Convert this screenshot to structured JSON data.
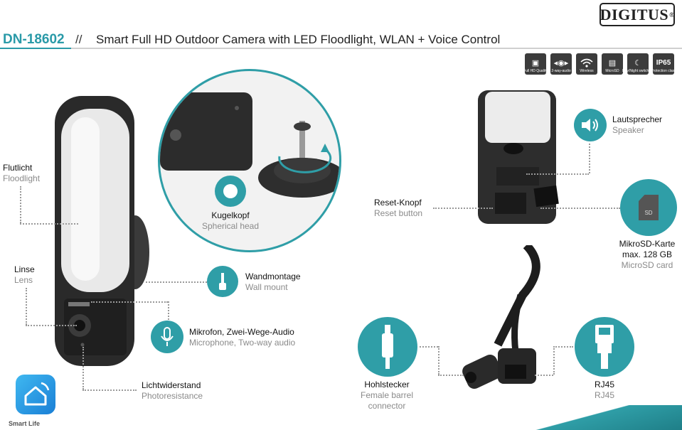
{
  "brand": {
    "logo": "DIGITUS",
    "reg": "®"
  },
  "header": {
    "model": "DN-18602",
    "separator": "//",
    "title": "Smart Full HD Outdoor Camera with LED Floodlight, WLAN + Voice Control"
  },
  "features": [
    {
      "name": "full-hd-icon",
      "caption": "Full HD Quality"
    },
    {
      "name": "two-way-audio-icon",
      "caption": "2-way-audio"
    },
    {
      "name": "wireless-icon",
      "caption": "Wireless"
    },
    {
      "name": "microsd-icon",
      "caption": "MicroSD"
    },
    {
      "name": "day-night-icon",
      "caption": "Day/Night switching"
    },
    {
      "name": "ip65-icon",
      "caption": "Protection class",
      "badge": "IP65"
    }
  ],
  "labels": {
    "floodlight": {
      "de": "Flutlicht",
      "en": "Floodlight"
    },
    "lens": {
      "de": "Linse",
      "en": "Lens"
    },
    "ball_head": {
      "de": "Kugelkopf",
      "en": "Spherical head"
    },
    "wall_mount": {
      "de": "Wandmontage",
      "en": "Wall mount"
    },
    "microphone": {
      "de": "Mikrofon, Zwei-Wege-Audio",
      "en": "Microphone, Two-way audio"
    },
    "photoresistor": {
      "de": "Lichtwiderstand",
      "en": "Photoresistance"
    },
    "speaker": {
      "de": "Lautsprecher",
      "en": "Speaker"
    },
    "reset": {
      "de": "Reset-Knopf",
      "en": "Reset button"
    },
    "microsd": {
      "de1": "MikroSD-Karte",
      "de2": "max. 128 GB",
      "en": "MicroSD card"
    },
    "barrel": {
      "de": "Hohlstecker",
      "en1": "Female barrel",
      "en2": "connector"
    },
    "rj45": {
      "de": "RJ45",
      "en": "RJ45"
    }
  },
  "camera_brand": "DIGITUS",
  "sd_text": "SD",
  "smart_life": "Smart Life",
  "colors": {
    "accent": "#2f9ea7",
    "dark": "#3c3c3c"
  }
}
